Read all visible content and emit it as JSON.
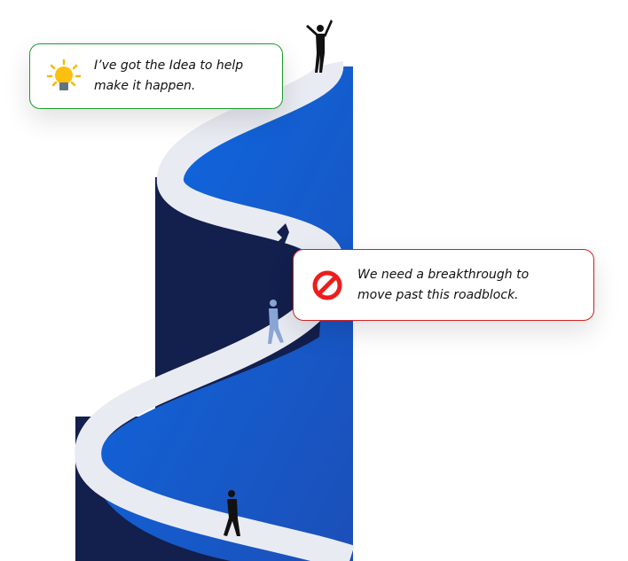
{
  "bubbles": {
    "idea": {
      "text_line1": "I’ve got the Idea to help",
      "text_line2": "make it happen.",
      "icon": "lightbulb-icon",
      "border_color": "#1e9b2e"
    },
    "roadblock": {
      "text_line1": "We need a breakthrough to",
      "text_line2": "move past this roadblock.",
      "icon": "prohibited-icon",
      "border_color": "#d51f1f"
    }
  },
  "colors": {
    "navy": "#131f4c",
    "blue": "#0a63d8",
    "road": "#e8eaf2"
  }
}
